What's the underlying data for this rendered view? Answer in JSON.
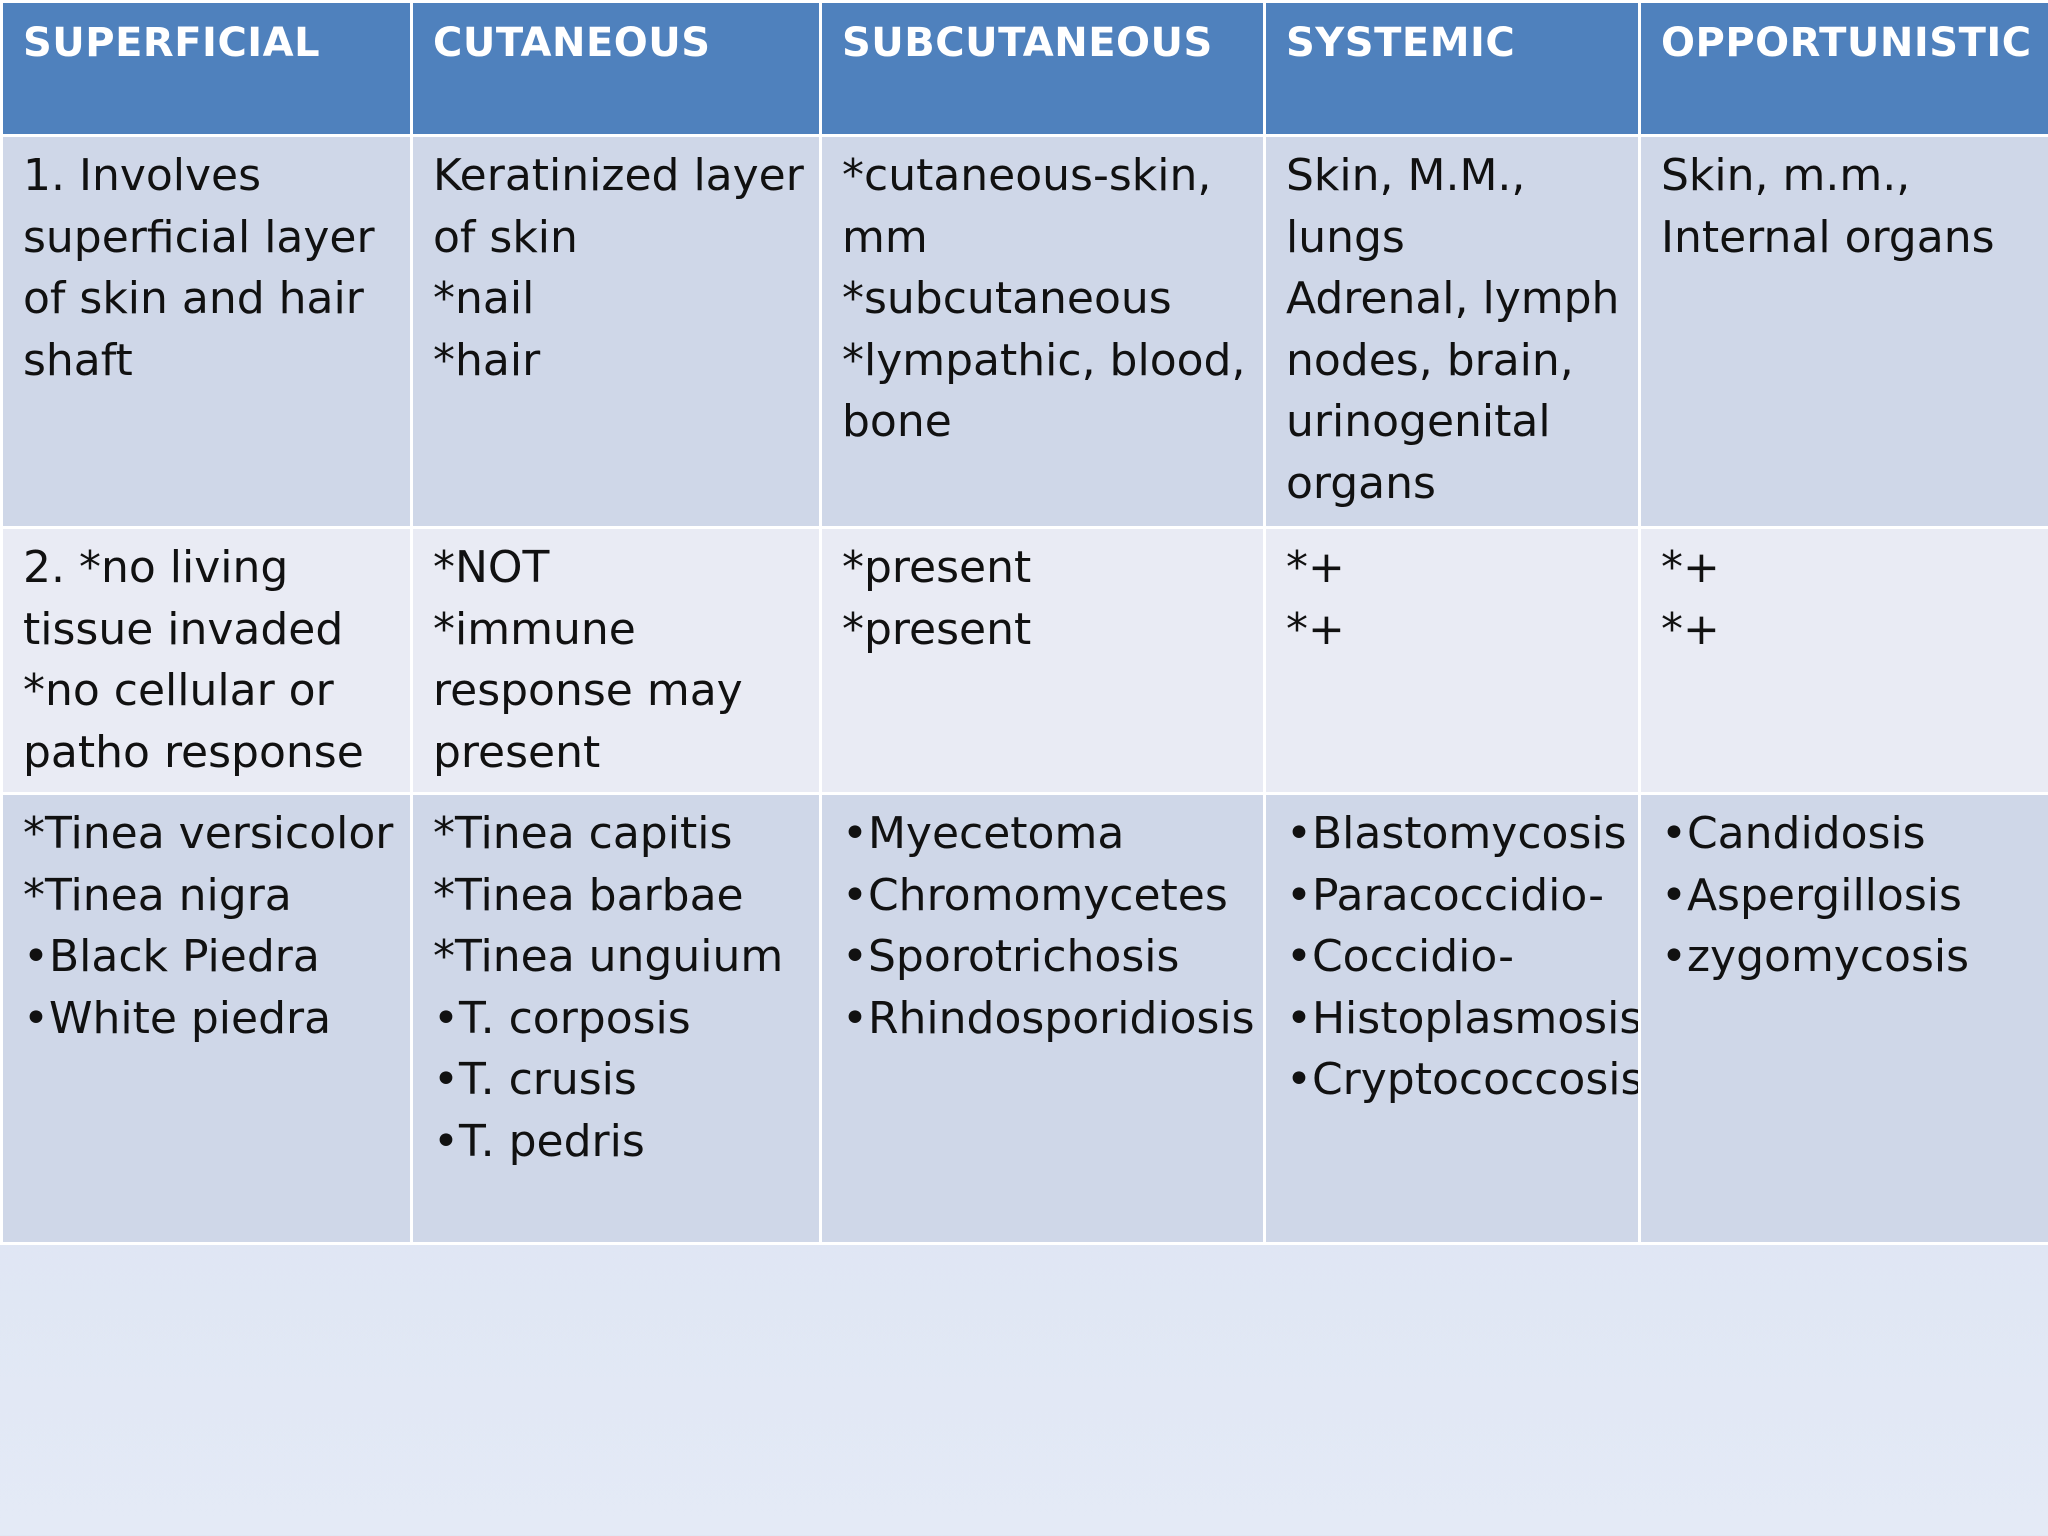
{
  "table": {
    "headers": [
      "SUPERFICIAL",
      "CUTANEOUS",
      "SUBCUTANEOUS",
      "SYSTEMIC",
      "OPPORTUNISTIC"
    ],
    "rows": [
      [
        [
          "1. Involves",
          "superficial layer",
          "of skin and hair",
          "shaft"
        ],
        [
          "Keratinized layer",
          "of skin",
          "*nail",
          "*hair"
        ],
        [
          "*cutaneous-skin,",
          "mm",
          "*subcutaneous",
          "*lympathic, blood,",
          "bone"
        ],
        [
          "Skin, M.M.,",
          "lungs",
          "Adrenal, lymph",
          "nodes, brain,",
          "urinogenital",
          "organs"
        ],
        [
          "Skin, m.m.,",
          "Internal organs"
        ]
      ],
      [
        [
          "2. *no living",
          "tissue invaded",
          "*no cellular or",
          "patho response"
        ],
        [
          "*NOT",
          "*immune",
          "response may",
          "present"
        ],
        [
          "*present",
          "*present"
        ],
        [
          "*+",
          "*+"
        ],
        [
          "*+",
          "*+"
        ]
      ],
      [
        [
          "*Tinea versicolor",
          "*Tinea nigra",
          "•Black Piedra",
          "•White piedra"
        ],
        [
          "*Tinea capitis",
          "*Tinea barbae",
          "*Tinea unguium",
          "•T. corposis",
          "•T. crusis",
          "•T. pedris"
        ],
        [
          "•Myecetoma",
          "•Chromomycetes",
          "•Sporotrichosis",
          "•Rhindosporidiosis"
        ],
        [
          "•Blastomycosis",
          "•Paracoccidio-",
          "•Coccidio-",
          "•Histoplasmosis",
          "•Cryptococcosis"
        ],
        [
          "•Candidosis",
          "•Aspergillosis",
          "•zygomycosis"
        ]
      ]
    ]
  },
  "colors": {
    "header_bg": "#4f81bd",
    "row_dark": "#cfd7e8",
    "row_light": "#e9ebf4",
    "border": "#ffffff"
  }
}
